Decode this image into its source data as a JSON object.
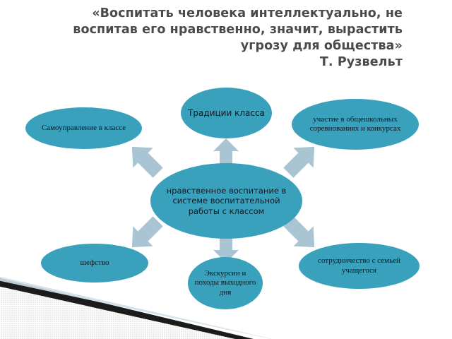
{
  "slide": {
    "background_color": "#ffffff",
    "accent_color": "#3AA1BD",
    "arrow_color": "#A9C5D3",
    "title_color": "#4a4a4a"
  },
  "title": {
    "line1": "«Воспитать человека интеллектуально, не",
    "line2": "воспитав его нравственно, значит, вырастить",
    "line3": "угрозу для общества»",
    "author": "Т. Рузвельт"
  },
  "diagram": {
    "type": "radial-hub-and-spoke",
    "center": {
      "id": "center",
      "label": "нравственное воспитание в системе воспитательной работы с классом"
    },
    "nodes": [
      {
        "id": "top-left",
        "label": "Самоуправление в классе"
      },
      {
        "id": "top",
        "label": "Традиции класса"
      },
      {
        "id": "top-right",
        "label": "участие в общешкольных соревнованиях и конкурсах"
      },
      {
        "id": "bottom-left",
        "label": "шефство"
      },
      {
        "id": "bottom",
        "label": "Экскурсии и походы выходного дня"
      },
      {
        "id": "bottom-right",
        "label": "сотрудничество с семьей учащегося"
      }
    ],
    "connectors": [
      {
        "id": "arrow-up-left",
        "direction": "up-left"
      },
      {
        "id": "arrow-up",
        "direction": "up"
      },
      {
        "id": "arrow-up-right",
        "direction": "up-right"
      },
      {
        "id": "arrow-down-left",
        "direction": "down-left"
      },
      {
        "id": "arrow-down",
        "direction": "down"
      },
      {
        "id": "arrow-down-right",
        "direction": "down-right"
      }
    ]
  }
}
